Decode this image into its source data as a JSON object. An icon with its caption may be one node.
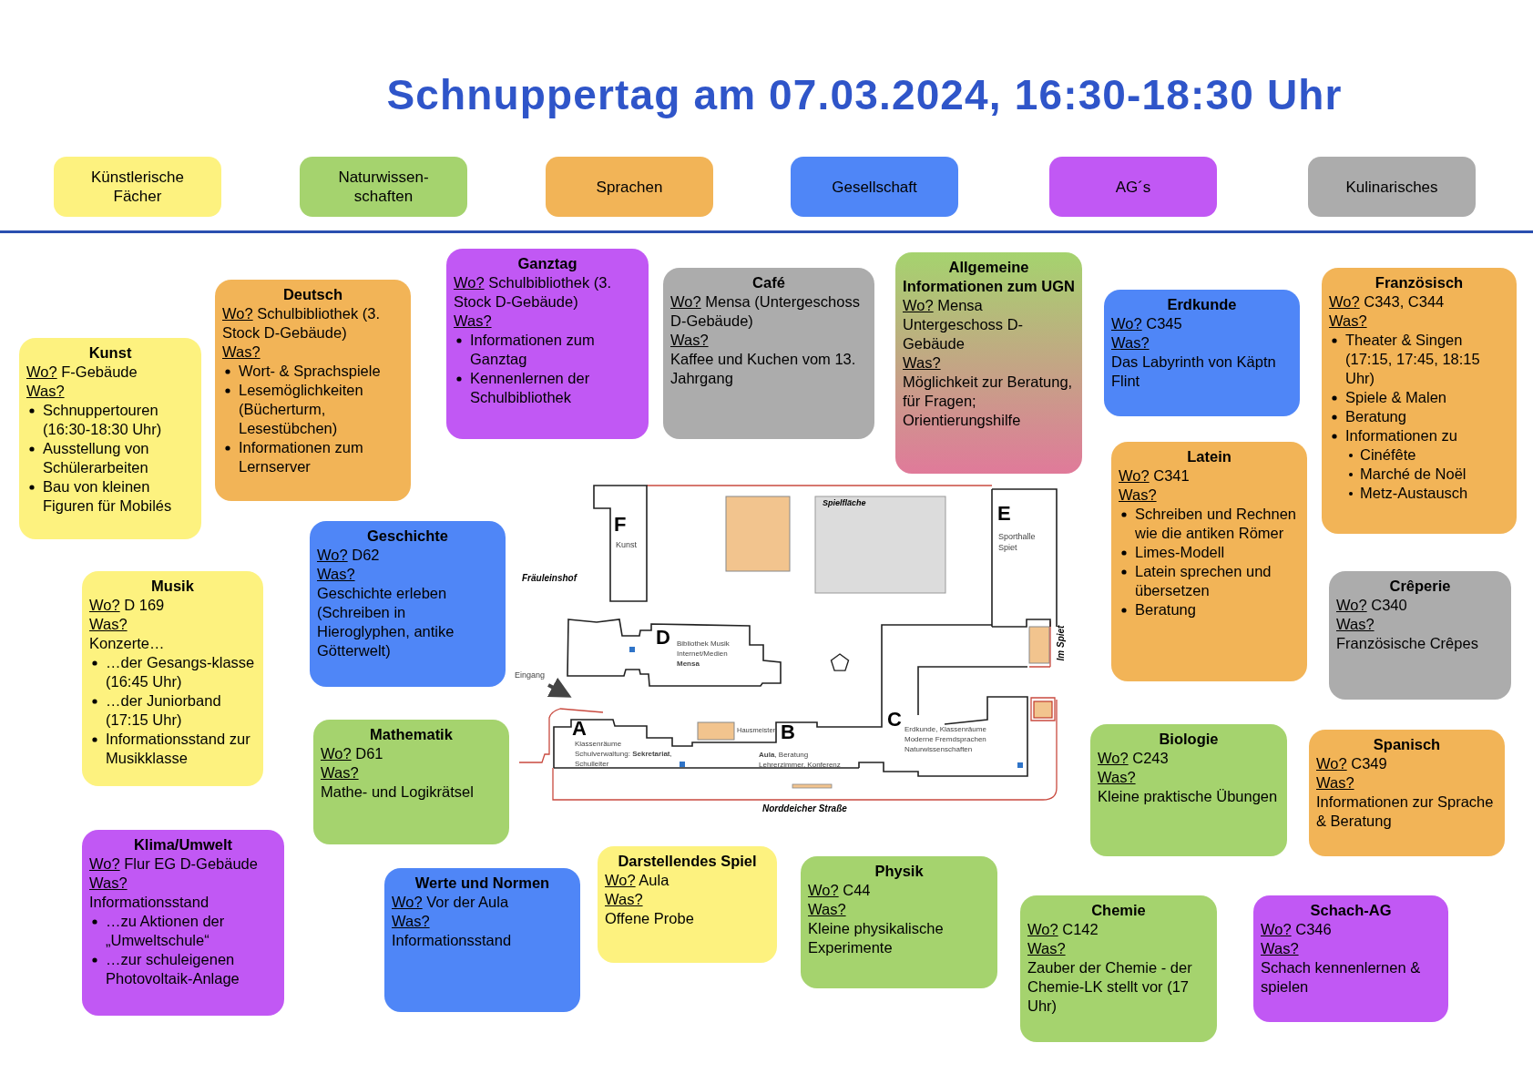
{
  "diagram": {
    "title": "Schnuppertag am 07.03.2024, 16:30-18:30 Uhr",
    "nodes": [
      {
        "text": [
          "Ganztag",
          "Wo?",
          "Schulbibliothek (3. Stock D-Gebäude)",
          "Was?",
          "Informationen zum Ganztag",
          "Kennenlernen der Schulbibliothek"
        ]
      },
      {
        "text": [
          "Allgemeine Informationen zum UGN",
          "Wo?",
          "Mensa Untergeschoss D-Gebäude",
          "Was?",
          "Möglichkeit zur Beratung, für Fragen; Orientierungshilfe"
        ]
      },
      {
        "text": [
          "Café",
          "Wo?",
          "Mensa (Untergeschoss D-Gebäude)",
          "Was?",
          "Kaffee und Kuchen vom 13. Jahrgang"
        ]
      },
      {
        "text": [
          "Französisch",
          "Wo?",
          "C343, C344",
          "Was?",
          "Theater & Singen (17:15, 17:45, 18:15 Uhr)",
          "Spiele & Malen",
          "Beratung",
          "Informationen zu",
          "Cinéfête",
          "Marché de Noël",
          "Metz-Austausch"
        ]
      },
      {
        "text": [
          "Deutsch",
          "Wo?",
          "Schulbibliothek (3. Stock D-Gebäude)",
          "Was?",
          "Wort- & Sprachspiele",
          "Lesemöglichkeiten (Bücherturm, Lesestübchen)",
          "Informationen zum Lernserver"
        ]
      },
      {
        "text": [
          "Erdkunde",
          "Wo?",
          "C345",
          "Was?",
          "Das Labyrinth von Käptn Flint"
        ]
      },
      {
        "text": [
          "Kunst",
          "Wo?",
          "F-Gebäude",
          "Was?",
          "Schnuppertouren (16:30-18:30 Uhr)",
          "Ausstellung von Schülerarbeiten",
          "Bau von kleinen Figuren für Mobilés"
        ]
      },
      {
        "text": [
          "Latein",
          "Wo?",
          "C341",
          "Was?",
          "Schreiben und Rechnen wie die antiken Römer",
          "Limes-Modell",
          "Latein sprechen und übersetzen",
          "Beratung"
        ]
      },
      {
        "text": [
          "Geschichte",
          "Wo?",
          "D62",
          "Was?",
          "Geschichte erleben (Schreiben in Hieroglyphen, antike Götterwelt)"
        ]
      },
      {
        "text": [
          "Musik",
          "Wo?",
          "D 169",
          "Was?",
          "Konzerte…",
          "…der Gesangs-klasse (16:45 Uhr)",
          "…der Juniorband (17:15 Uhr)",
          "Informationsstand zur Musikklasse"
        ]
      },
      {
        "text": [
          "Crêperie",
          "Wo?",
          "C340",
          "Was?",
          "Französische Crêpes"
        ]
      },
      {
        "text": [
          "Mathematik",
          "Wo?",
          "D61",
          "Was?",
          "Mathe- und Logikrätsel"
        ]
      },
      {
        "text": [
          "Biologie",
          "Wo?",
          "C243",
          "Was?",
          "Kleine praktische Übungen"
        ]
      },
      {
        "text": [
          "Spanisch",
          "Wo?",
          "C349",
          "Was?",
          "Informationen zur Sprache & Beratung"
        ]
      },
      {
        "text": [
          "Klima/Umwelt",
          "Wo?",
          "Flur EG D-Gebäude",
          "Was?",
          "Informationsstand",
          "…zu Aktionen der „Umweltschule“",
          "…zur schuleigenen Photovoltaik-Anlage"
        ]
      },
      {
        "text": [
          "Darstellendes Spiel",
          "Wo?",
          "Aula",
          "Was?",
          "Offene Probe"
        ]
      },
      {
        "text": [
          "Physik",
          "Wo?",
          "C44",
          "Was?",
          "Kleine physikalische Experimente"
        ]
      },
      {
        "text": [
          "Werte und Normen",
          "Wo?",
          "Vor der Aula",
          "Was?",
          "Informationsstand"
        ]
      },
      {
        "text": [
          "Chemie",
          "Wo?",
          "C142",
          "Was?",
          "Zauber der Chemie - der Chemie-LK stellt vor (17 Uhr)"
        ]
      },
      {
        "text": [
          "Schach-AG",
          "Wo?",
          "C346",
          "Was?",
          "Schach kennenlernen & spielen"
        ]
      }
    ],
    "labels": [
      "F",
      "Kunst",
      "Fräuleinshof",
      "Spielfläche",
      "E",
      "Sporthalle Spiet",
      "D",
      "Bibliothek Musik Internet/Medien **Mensa**",
      "Eingang",
      "A",
      "Klassenräume Schulverwaltung: **Sekretariat**, Schulleiter",
      "Hausmeister",
      "B",
      "**Aula**, Beratung Lehrerzimmer, Konferenz",
      "C",
      "Erdkunde, Klassenräume Moderne Fremdsprachen Naturwissenschaften",
      "Im Spiet",
      "Norddeicher Straße"
    ],
    "legend": [
      {
        "text": "Künstlerische Fächer",
        "color": "#fdf27f"
      },
      {
        "text": "Naturwissen-schaften",
        "color": "#a5d36e"
      },
      {
        "text": "Sprachen",
        "color": "#f2b457"
      },
      {
        "text": "Gesellschaft",
        "color": "#4f86f7"
      },
      {
        "text": "AG´s",
        "color": "#c158f4"
      },
      {
        "text": "Kulinarisches",
        "color": "#acacac"
      }
    ]
  }
}
